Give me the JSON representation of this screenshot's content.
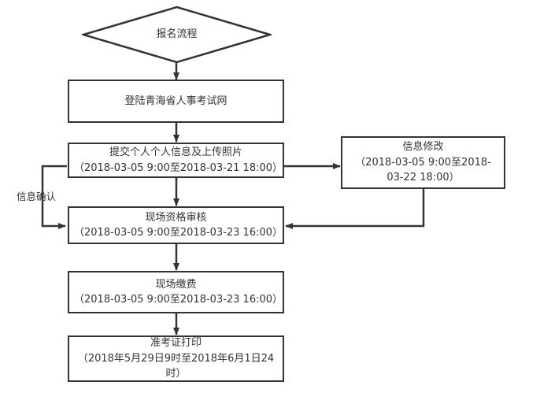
{
  "diagram": {
    "title": "报名流程",
    "background_color": "#ffffff",
    "stroke_color": "#333333",
    "text_color": "#333333",
    "nodes": [
      {
        "id": "start",
        "shape": "diamond",
        "name": "start-terminator",
        "label": "报名流程"
      },
      {
        "id": "login",
        "shape": "rect",
        "name": "step-login",
        "label": "登陆青海省人事考试网"
      },
      {
        "id": "submit",
        "shape": "rect",
        "name": "step-submit-info",
        "label": "提交个人个人信息及上传照片\n（2018-03-05 9:00至2018-03-21 18:00）"
      },
      {
        "id": "modify",
        "shape": "rect",
        "name": "step-modify-info",
        "label": "信息修改\n（2018-03-05 9:00至2018-03-22 18:00）"
      },
      {
        "id": "review",
        "shape": "rect",
        "name": "step-onsite-review",
        "label": "现场资格审核\n（2018-03-05 9:00至2018-03-23 16:00）"
      },
      {
        "id": "pay",
        "shape": "rect",
        "name": "step-onsite-payment",
        "label": "现场缴费\n（2018-03-05 9:00至2018-03-23 16:00）"
      },
      {
        "id": "print",
        "shape": "rect",
        "name": "step-print-admission-ticket",
        "label": "准考证打印\n（2018年5月29日9时至2018年6月1日24时）"
      }
    ],
    "edge_labels": [
      {
        "id": "confirm",
        "name": "edge-label-info-confirm",
        "label": "信息确认"
      }
    ]
  }
}
